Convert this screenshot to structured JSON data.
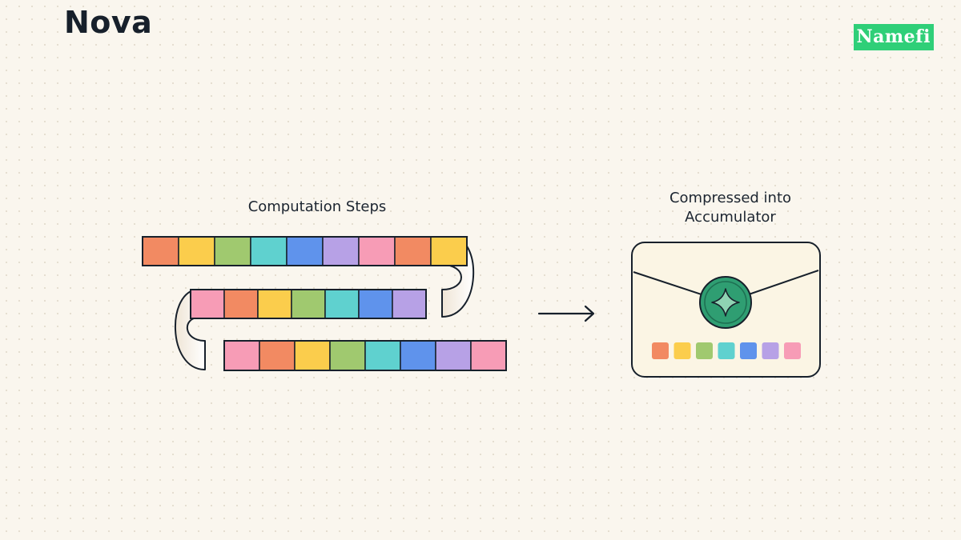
{
  "header": {
    "title": "Nova"
  },
  "brand": {
    "logo_text": "Namefi",
    "color": "#2fcf78"
  },
  "diagram": {
    "left_label": "Computation Steps",
    "right_label_line1": "Compressed into",
    "right_label_line2": "Accumulator",
    "tape_rows": [
      [
        "orange",
        "yellow",
        "green",
        "teal",
        "blue",
        "purple",
        "pink",
        "orange",
        "yellow"
      ],
      [
        "pink",
        "orange",
        "yellow",
        "green",
        "teal",
        "blue",
        "purple"
      ],
      [
        "pink",
        "orange",
        "yellow",
        "green",
        "teal",
        "blue",
        "purple",
        "pink"
      ]
    ],
    "accumulator_swatches": [
      "orange",
      "yellow",
      "green",
      "teal",
      "blue",
      "purple",
      "pink"
    ],
    "seal_icon": "sparkle-star-icon",
    "arrow_icon": "right-arrow-icon",
    "palette": {
      "orange": "#f28a62",
      "yellow": "#fbcd4c",
      "green": "#a0c96f",
      "teal": "#5fd1cf",
      "blue": "#5f93ec",
      "purple": "#b7a1e6",
      "pink": "#f79cb6",
      "seal": "#2f9e72",
      "envelope": "#fbf5e4"
    }
  }
}
